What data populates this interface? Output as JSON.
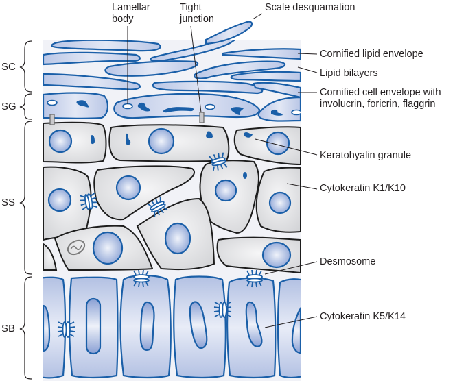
{
  "diagram": {
    "title": "Epidermal layers",
    "layers": [
      {
        "id": "sc",
        "label": "SC"
      },
      {
        "id": "sg",
        "label": "SG"
      },
      {
        "id": "ss",
        "label": "SS"
      },
      {
        "id": "sb",
        "label": "SB"
      }
    ],
    "top_labels": {
      "lamellar_body": [
        "Lamellar",
        "body"
      ],
      "tight_junction": [
        "Tight",
        "junction"
      ],
      "scale_desquamation": "Scale desquamation"
    },
    "right_labels": {
      "cornified_lipid_envelope": "Cornified lipid envelope",
      "lipid_bilayers": "Lipid bilayers",
      "cornified_cell_envelope": [
        "Cornified cell envelope with",
        "involucrin, foricrin, flaggrin"
      ],
      "keratohyalin_granule": "Keratohyalin granule",
      "cytokeratin_k1_k10": "Cytokeratin K1/K10",
      "desmosome": "Desmosome",
      "cytokeratin_k5_k14": "Cytokeratin K5/K14"
    },
    "colors": {
      "blue_outline": "#1a5fa8",
      "blue_fill": "#c4cfe8",
      "gray_fill": "#e2e2e4",
      "black_outline": "#1d1d1d",
      "panel_bg": "#eef0f7"
    }
  }
}
